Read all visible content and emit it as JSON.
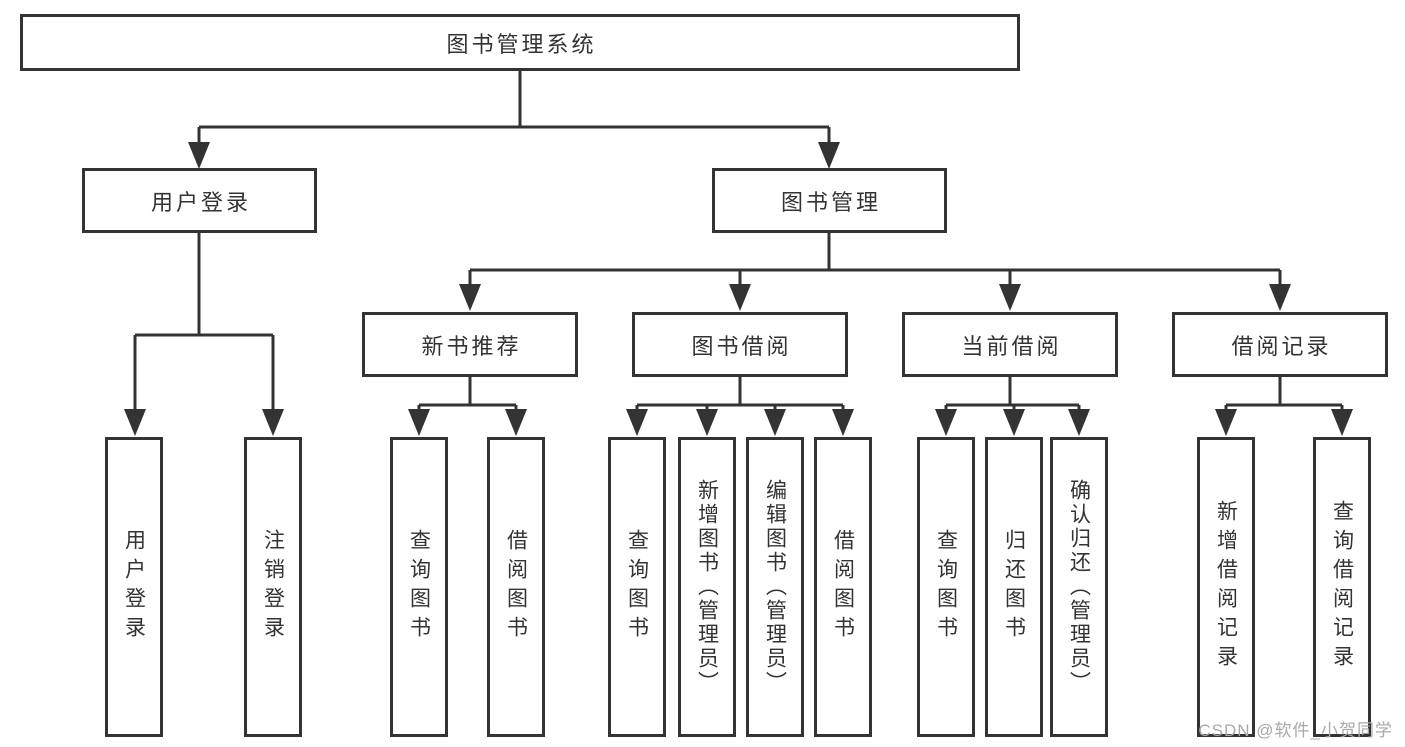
{
  "diagram": {
    "root": "图书管理系统",
    "branches": [
      {
        "label": "用户登录",
        "children": [
          "用户登录",
          "注销登录"
        ]
      },
      {
        "label": "图书管理"
      }
    ],
    "modules": [
      {
        "label": "新书推荐",
        "children": [
          "查询图书",
          "借阅图书"
        ]
      },
      {
        "label": "图书借阅",
        "children": [
          "查询图书",
          "新增图书（管理员）",
          "编辑图书（管理员）",
          "借阅图书"
        ]
      },
      {
        "label": "当前借阅",
        "children": [
          "查询图书",
          "归还图书",
          "确认归还（管理员）"
        ]
      },
      {
        "label": "借阅记录",
        "children": [
          "新增借阅记录",
          "查询借阅记录"
        ]
      }
    ],
    "colors": {
      "line": "#333333",
      "text": "#333333",
      "background": "#ffffff",
      "watermark": "#a9a9a9"
    }
  },
  "watermark": {
    "text": "CSDN @软件_小贺同学"
  }
}
